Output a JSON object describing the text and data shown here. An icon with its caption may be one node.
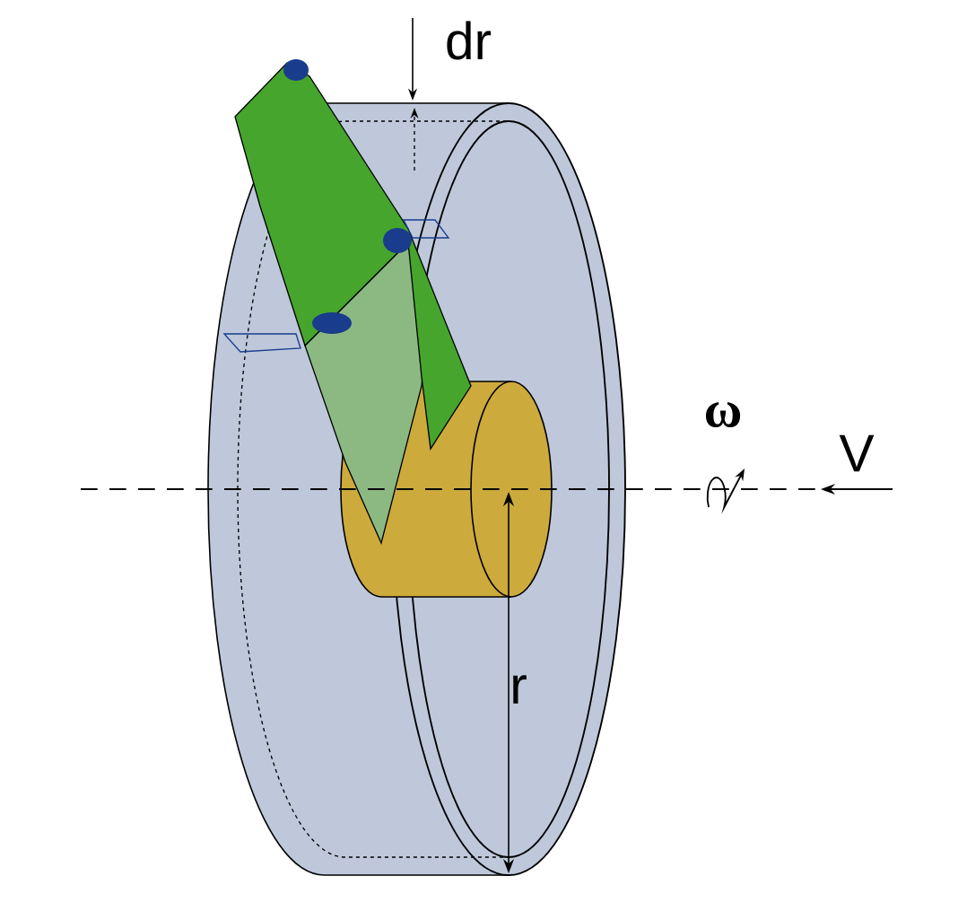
{
  "diagram": {
    "labels": [
      "dr",
      "ω",
      "V",
      "r"
    ]
  }
}
